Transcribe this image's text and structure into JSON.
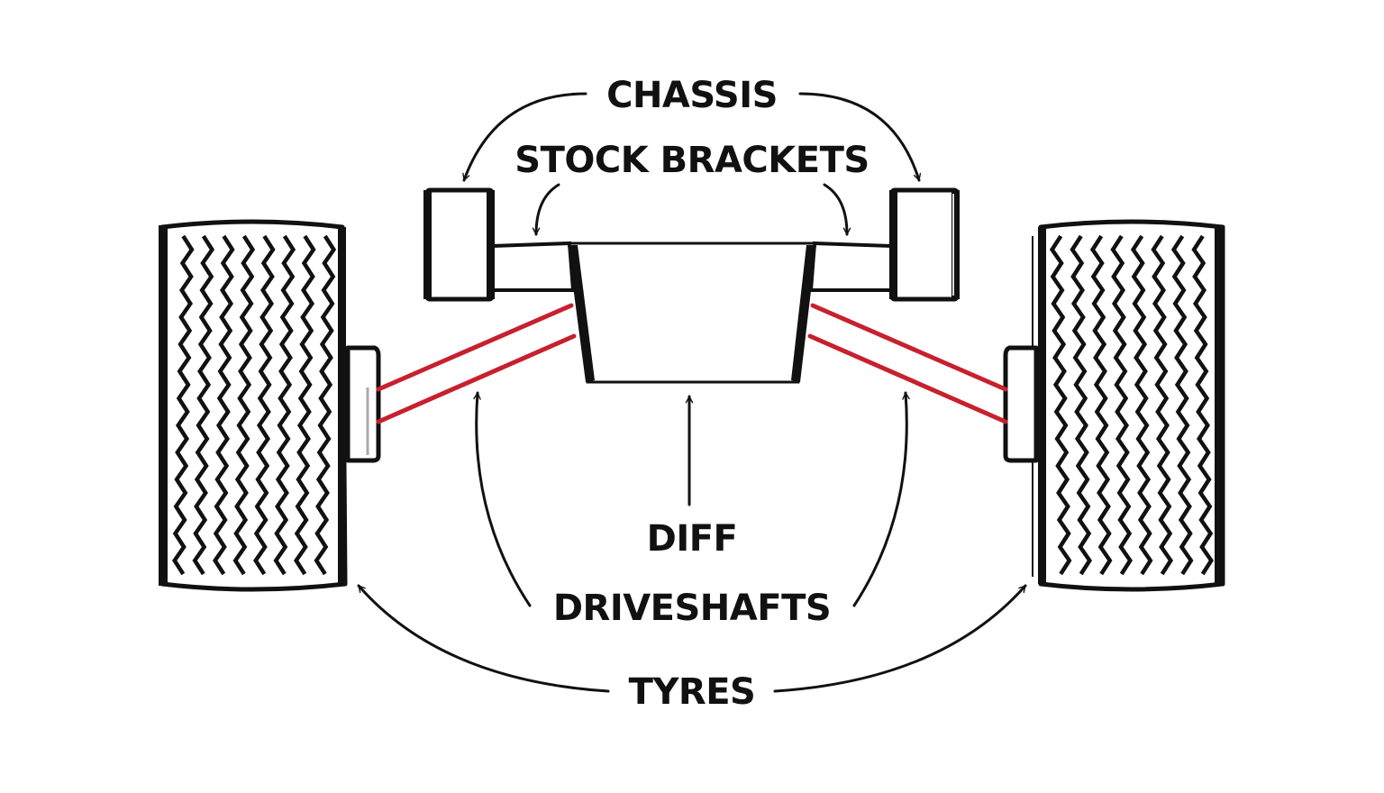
{
  "title": "Axle assembly diagram",
  "colors": {
    "ink": "#111111",
    "driveshaft": "#c8202e",
    "background": "#ffffff"
  },
  "labels": {
    "chassis": "CHASSIS",
    "stock_brackets": "STOCK BRACKETS",
    "diff": "DIFF",
    "driveshafts": "DRIVESHAFTS",
    "tyres": "TYRES"
  },
  "components": [
    {
      "id": "left-tyre",
      "label_ref": "tyres"
    },
    {
      "id": "right-tyre",
      "label_ref": "tyres"
    },
    {
      "id": "left-chassis-block",
      "label_ref": "chassis"
    },
    {
      "id": "right-chassis-block",
      "label_ref": "chassis"
    },
    {
      "id": "left-stock-bracket",
      "label_ref": "stock_brackets"
    },
    {
      "id": "right-stock-bracket",
      "label_ref": "stock_brackets"
    },
    {
      "id": "diff-housing",
      "label_ref": "diff"
    },
    {
      "id": "left-driveshaft",
      "label_ref": "driveshafts"
    },
    {
      "id": "right-driveshaft",
      "label_ref": "driveshafts"
    }
  ]
}
